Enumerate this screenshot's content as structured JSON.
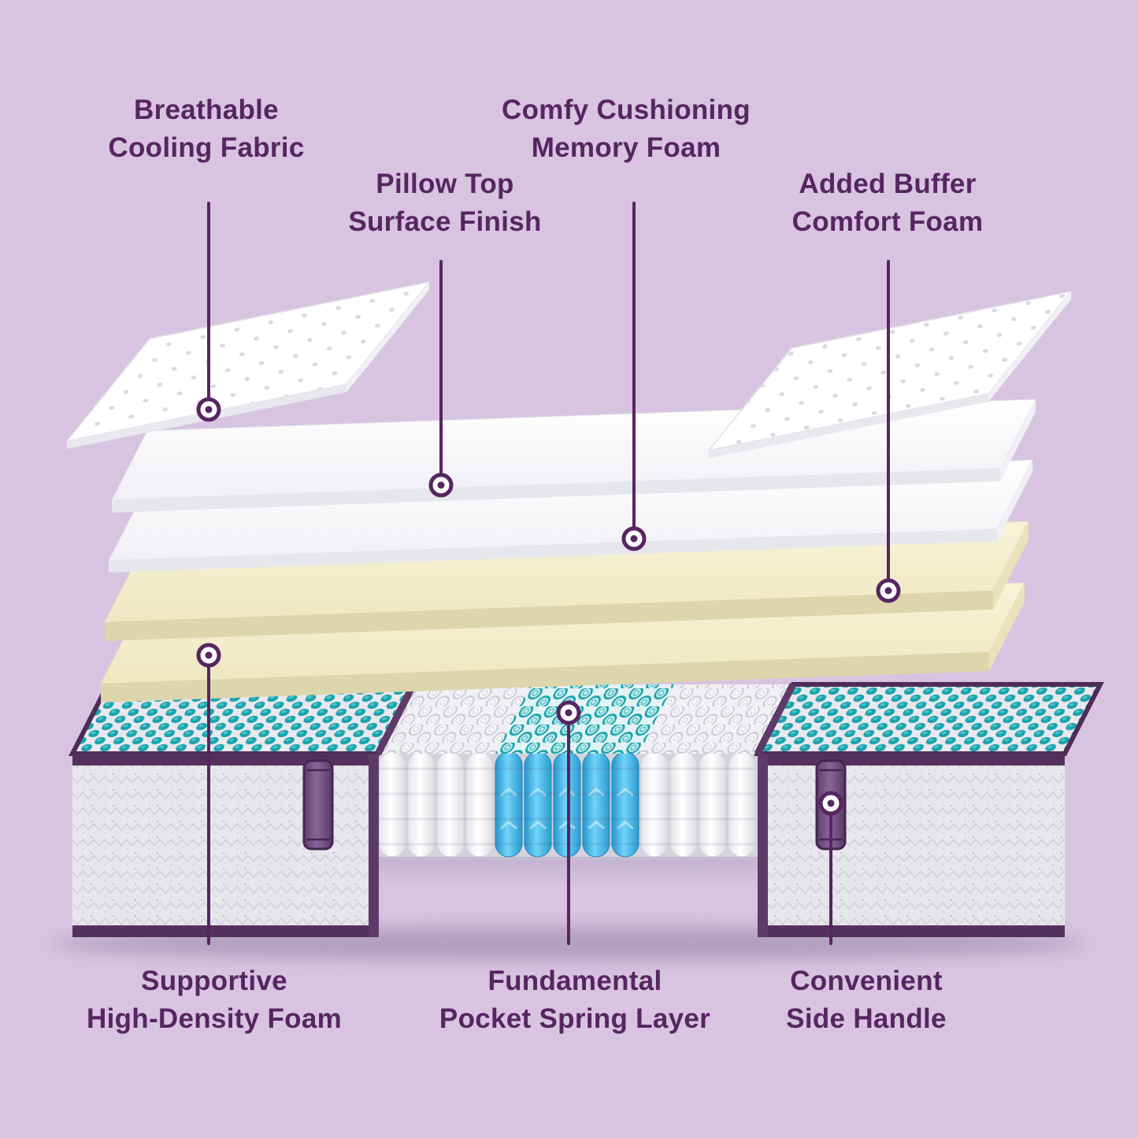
{
  "colors": {
    "background": "#d8c4e1",
    "accent_text": "#572562",
    "leader_line": "#572562",
    "cream_foam": "#f5efce",
    "teal_spring": "#1ba4ac",
    "blue_spring": "#41b9ec",
    "purple_trim": "#54305c",
    "fabric_gray": "#e7e6eb"
  },
  "callouts": {
    "breathable": {
      "line1": "Breathable",
      "line2": "Cooling Fabric"
    },
    "pillow_top": {
      "line1": "Pillow Top",
      "line2": "Surface Finish"
    },
    "memory_foam": {
      "line1": "Comfy Cushioning",
      "line2": "Memory Foam"
    },
    "buffer_foam": {
      "line1": "Added Buffer",
      "line2": "Comfort Foam"
    },
    "high_density_foam": {
      "line1": "Supportive",
      "line2": "High-Density Foam"
    },
    "pocket_spring": {
      "line1": "Fundamental",
      "line2": "Pocket Spring Layer"
    },
    "side_handle": {
      "line1": "Convenient",
      "line2": "Side Handle"
    }
  }
}
